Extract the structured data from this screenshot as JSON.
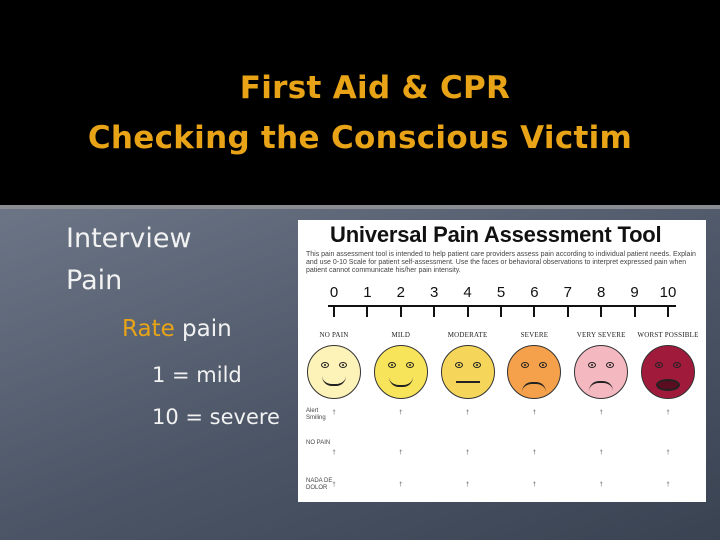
{
  "slide": {
    "title_line1": "First Aid & CPR",
    "title_line2": "Checking the Conscious Victim",
    "bullet1": "Interview",
    "bullet2": "Pain",
    "sub_rate_accent": "Rate",
    "sub_rate_rest": " pain",
    "sub_mild": "1 = mild",
    "sub_severe": "10 = severe"
  },
  "colors": {
    "title": "#e8a317",
    "accent": "#e8a317",
    "header_bg": "#000000",
    "body_bg": "#4b5566"
  },
  "tool": {
    "title": "Universal Pain Assessment Tool",
    "description": "This pain assessment tool is intended to help patient care providers assess pain according to individual patient needs. Explain and use 0-10 Scale for patient self-assessment. Use the faces or behavioral observations to interpret expressed pain when patient cannot communicate his/her pain intensity.",
    "numbers": [
      "0",
      "1",
      "2",
      "3",
      "4",
      "5",
      "6",
      "7",
      "8",
      "9",
      "10"
    ],
    "categories": [
      "No Pain",
      "Mild",
      "Moderate",
      "Severe",
      "Very Severe",
      "Worst Possible"
    ],
    "face_colors": [
      "#fdf2b8",
      "#f8e45a",
      "#f6d65a",
      "#f5a04a",
      "#f4b8c0",
      "#a01a3c"
    ],
    "row_labels": [
      "Alert Smiling",
      "NO PAIN",
      "NADA DE DOLOR"
    ]
  }
}
